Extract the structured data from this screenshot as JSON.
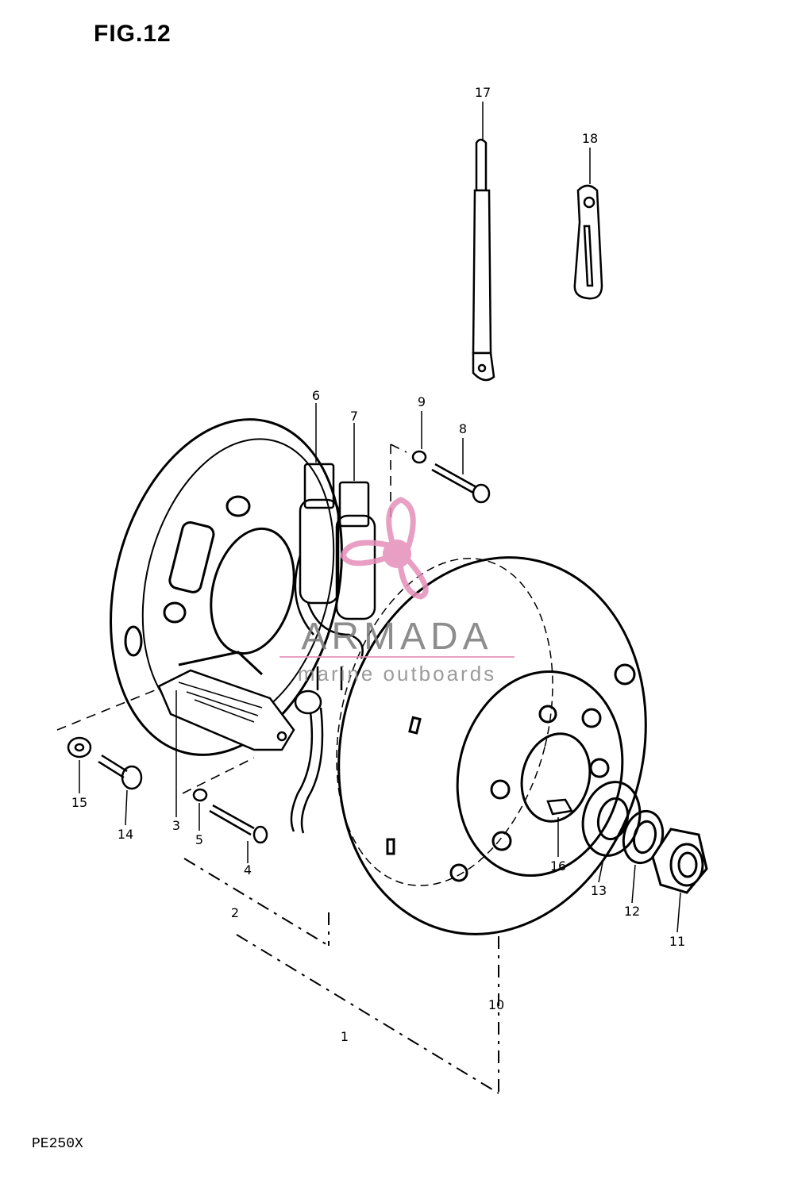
{
  "figure": {
    "title": "FIG.12",
    "model": "PE250X"
  },
  "callouts": [
    "1",
    "2",
    "3",
    "4",
    "5",
    "6",
    "7",
    "8",
    "9",
    "10",
    "11",
    "12",
    "13",
    "14",
    "15",
    "16",
    "17",
    "18"
  ],
  "watermark": {
    "brand": "ARMADA",
    "tagline": "marine outboards",
    "accent_color": "#e48fb9"
  }
}
